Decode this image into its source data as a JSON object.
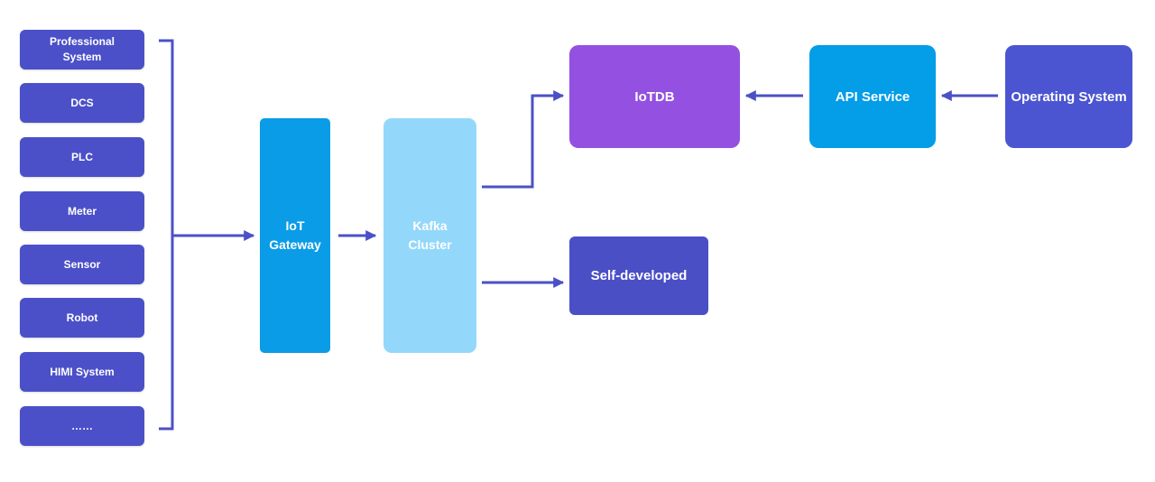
{
  "sources": [
    {
      "lines": [
        "Professional",
        "System"
      ]
    },
    {
      "lines": [
        "DCS"
      ]
    },
    {
      "lines": [
        "PLC"
      ]
    },
    {
      "lines": [
        "Meter"
      ]
    },
    {
      "lines": [
        "Sensor"
      ]
    },
    {
      "lines": [
        "Robot"
      ]
    },
    {
      "lines": [
        "HIMI System"
      ]
    },
    {
      "lines": [
        "……"
      ]
    }
  ],
  "gateway": {
    "line1": "IoT",
    "line2": "Gateway"
  },
  "kafka": {
    "line1": "Kafka",
    "line2": "Cluster"
  },
  "iotdb": {
    "label": "IoTDB"
  },
  "api_service": {
    "label": "API Service"
  },
  "operating_system": {
    "label": "Operating System"
  },
  "self_developed": {
    "label": "Self-developed"
  },
  "colors": {
    "source_box": "#4b50c8",
    "gateway": "#0a9ce6",
    "kafka": "#93d8fb",
    "iotdb": "#9450e0",
    "api_service": "#039de8",
    "operating_system": "#4b55d2",
    "self_developed": "#4b4fc6",
    "connector": "#4b50c8"
  }
}
